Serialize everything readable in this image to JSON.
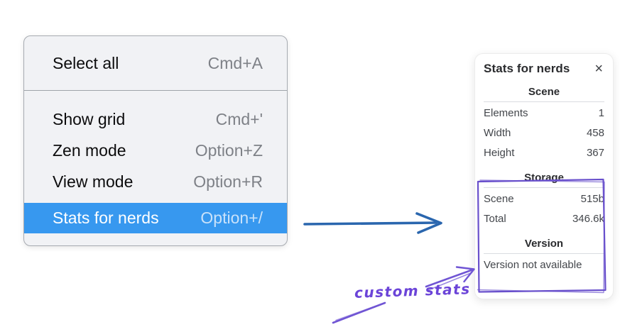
{
  "menu": {
    "sections": [
      {
        "items": [
          {
            "label": "Select all",
            "shortcut": "Cmd+A"
          }
        ]
      },
      {
        "items": [
          {
            "label": "Show grid",
            "shortcut": "Cmd+'"
          },
          {
            "label": "Zen mode",
            "shortcut": "Option+Z"
          },
          {
            "label": "View mode",
            "shortcut": "Option+R"
          },
          {
            "label": "Stats for nerds",
            "shortcut": "Option+/"
          }
        ]
      }
    ]
  },
  "panel": {
    "title": "Stats for nerds",
    "close_label": "×",
    "scene": {
      "header": "Scene",
      "rows": [
        {
          "label": "Elements",
          "value": "1"
        },
        {
          "label": "Width",
          "value": "458"
        },
        {
          "label": "Height",
          "value": "367"
        }
      ]
    },
    "storage": {
      "header": "Storage",
      "rows": [
        {
          "label": "Scene",
          "value": "515b"
        },
        {
          "label": "Total",
          "value": "346.6k"
        }
      ]
    },
    "version": {
      "header": "Version",
      "note": "Version not available"
    }
  },
  "annotations": {
    "custom_stats": "custom stats"
  },
  "colors": {
    "menu_highlight": "#3798ef",
    "menu_highlight_text": "#ffffff",
    "menu_shortcut_gray": "#7e8187",
    "arrow_blue": "#2a66ae",
    "annotation_purple": "#7055d4",
    "label_purple": "#6b44d8"
  }
}
